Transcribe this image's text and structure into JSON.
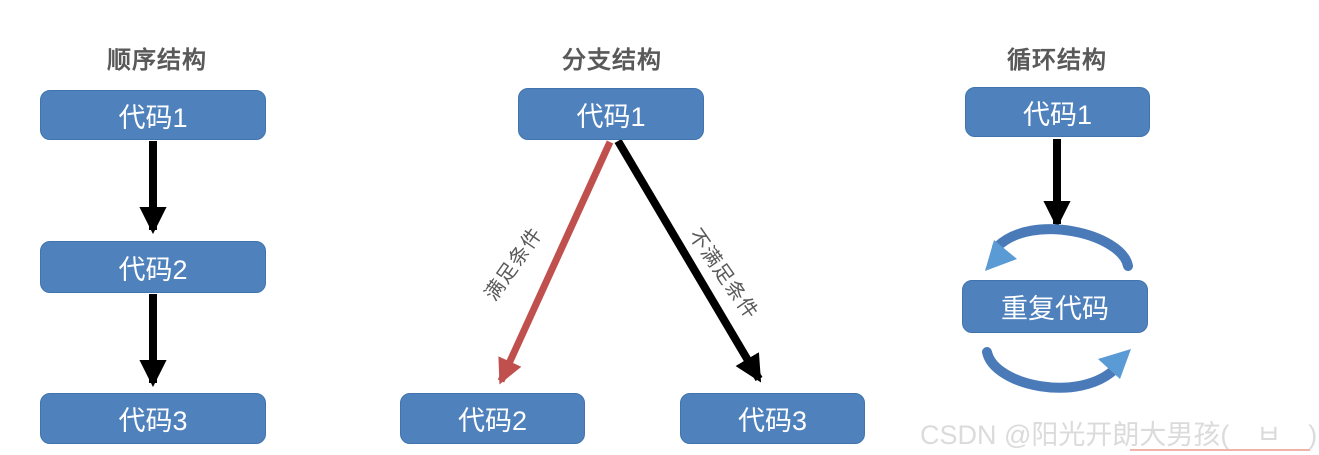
{
  "colors": {
    "box_blue": "#4F81BD",
    "title_gray": "#595959",
    "arrow_black": "#000000",
    "arrow_red": "#C0504D",
    "loop_arc_blue": "#4A7BB8",
    "loop_arrowhead_blue": "#5B9BD5",
    "watermark_gray": "#dbdbdb",
    "underline_pink": "#f0b3ac"
  },
  "sequence": {
    "title": "顺序结构",
    "box1": "代码1",
    "box2": "代码2",
    "box3": "代码3"
  },
  "branch": {
    "title": "分支结构",
    "box_top": "代码1",
    "box_left": "代码2",
    "box_right": "代码3",
    "label_left": "满足条件",
    "label_right": "不满足条件"
  },
  "loop": {
    "title": "循环结构",
    "box_top": "代码1",
    "box_loop": "重复代码"
  },
  "watermark": {
    "text": "CSDN @阳光开朗大男孩(　ㅂ　)"
  }
}
